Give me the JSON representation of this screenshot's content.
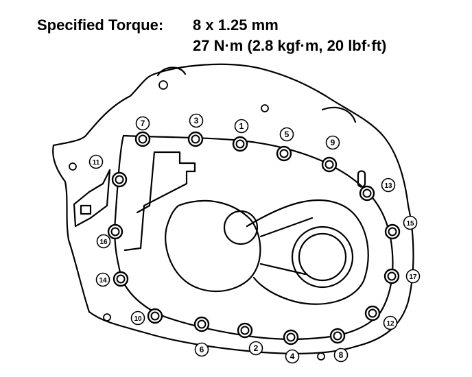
{
  "header": {
    "label": "Specified Torque:",
    "size": "8 x 1.25 mm",
    "value": "27 N·m (2.8 kgf·m, 20 lbf·ft)"
  },
  "diagram": {
    "bolt_numbers": [
      "1",
      "2",
      "3",
      "4",
      "5",
      "6",
      "7",
      "8",
      "9",
      "10",
      "11",
      "12",
      "13",
      "14",
      "15",
      "16",
      "17"
    ]
  }
}
